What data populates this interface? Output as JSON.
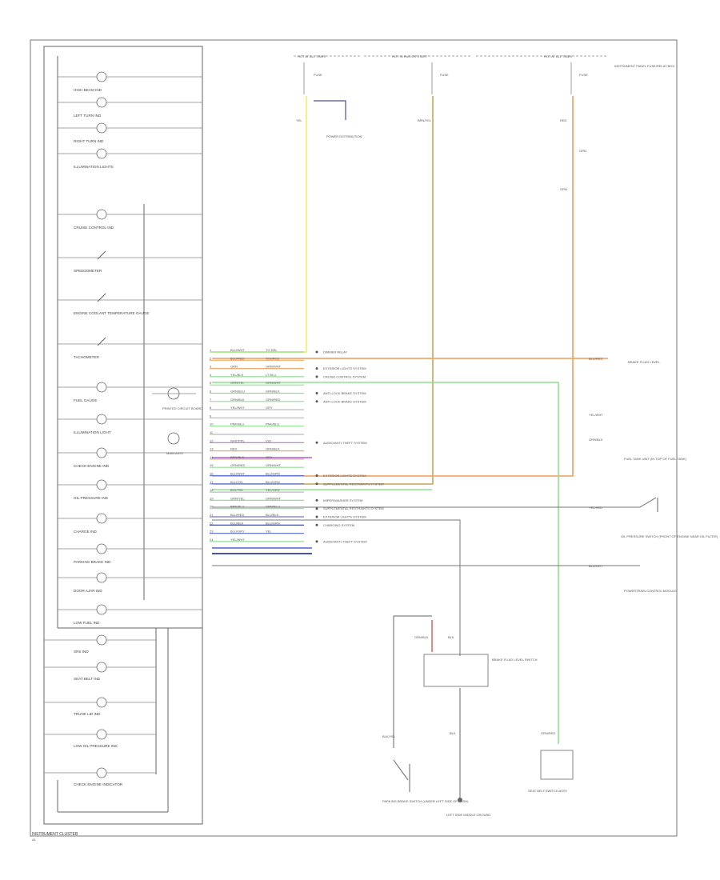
{
  "footer": {
    "title": "INSTRUMENT CLUSTER",
    "code": "A1"
  },
  "colors": {
    "yellow": "#eef27a",
    "orange": "#f3a86a",
    "tan": "#c9b26a",
    "green": "#8fe08f",
    "purple": "#c070e0",
    "blue": "#6a78d8",
    "navy": "#2b3aa0",
    "frame": "#555555"
  },
  "top_feeds": [
    {
      "label": "HOT AT ALL TIMES",
      "fuse": "FUSE",
      "wire": "YEL"
    },
    {
      "label": "HOT IN RUN OR START",
      "fuse": "FUSE",
      "wire": "BRN/YEL"
    },
    {
      "label": "HOT AT ALL TIMES",
      "fuse": "FUSE",
      "wire": "RED"
    }
  ],
  "top_right_note": "INSTRUMENT PANEL FUSE/RELAY BOX",
  "ground_module": "POWER DISTRIBUTION",
  "orange_wire_labels": [
    "ORN",
    "ORN"
  ],
  "cluster_indicators": [
    {
      "label": "HIGH BEAM IND"
    },
    {
      "label": "LEFT TURN IND"
    },
    {
      "label": "RIGHT TURN IND"
    },
    {
      "label": "ILLUMINATION LIGHTS"
    },
    {
      "label": "CRUISE CONTROL IND"
    },
    {
      "label": "SPEEDOMETER"
    },
    {
      "label": "ENGINE COOLANT TEMPERATURE GAUGE"
    },
    {
      "label": "TACHOMETER"
    },
    {
      "label": "FUEL GAUGE"
    },
    {
      "label": "ILLUMINATION LIGHT"
    },
    {
      "label": "CHECK ENGINE IND"
    },
    {
      "label": "OIL PRESSURE IND"
    },
    {
      "label": "CHARGE IND"
    },
    {
      "label": "PARKING BRAKE IND"
    },
    {
      "label": "DOOR AJAR IND"
    },
    {
      "label": "LOW FUEL IND"
    }
  ],
  "cluster_lower": [
    {
      "label": "SRS IND"
    },
    {
      "label": "SEAT BELT IND"
    },
    {
      "label": "TRUNK LID IND"
    },
    {
      "label": "LOW OIL PRESSURE IND"
    },
    {
      "label": "CHECK ENGINE INDICATOR"
    }
  ],
  "side_components": [
    {
      "label": "PRINTED CIRCUIT BOARD"
    },
    {
      "label": "MAIN ASSY"
    }
  ],
  "connector_rows": [
    {
      "pin": "1",
      "wire": "BLU/WHT",
      "dest": "TO DRL",
      "note": "DIMMER RELAY"
    },
    {
      "pin": "2",
      "wire": "BLU/RED",
      "dest": "SOURCE",
      "note": ""
    },
    {
      "pin": "3",
      "wire": "GRN",
      "dest": "GRN/WHT",
      "note": "EXTERIOR LIGHTS SYSTEM"
    },
    {
      "pin": "4",
      "wire": "YEL/BLK",
      "dest": "LT BLU",
      "note": "CRUISE CONTROL SYSTEM"
    },
    {
      "pin": "5",
      "wire": "GRN/YEL",
      "dest": "GRN/WHT",
      "note": ""
    },
    {
      "pin": "6",
      "wire": "GRN/BLU",
      "dest": "GRN/BLK",
      "note": "ANTI-LOCK BRAKE SYSTEM"
    },
    {
      "pin": "7",
      "wire": "GRN/BLK",
      "dest": "GRN/RED",
      "note": "ANTI-LOCK BRAKE SYSTEM"
    },
    {
      "pin": "8",
      "wire": "YEL/WHT",
      "dest": "GRY",
      "note": ""
    },
    {
      "pin": "9",
      "wire": "",
      "dest": "",
      "note": ""
    },
    {
      "pin": "10",
      "wire": "PNK/BLU",
      "dest": "PNK/BLU",
      "note": ""
    },
    {
      "pin": "11",
      "wire": "",
      "dest": "",
      "note": ""
    },
    {
      "pin": "12",
      "wire": "WHT/PPL",
      "dest": "VIO",
      "note": "AUDIO/ANTI-THEFT SYSTEM"
    },
    {
      "pin": "13",
      "wire": "RED",
      "dest": "ORN/BLK",
      "note": ""
    },
    {
      "pin": "14",
      "wire": "BRN/BLK",
      "dest": "GRY",
      "note": ""
    },
    {
      "pin": "15",
      "wire": "GRN/RED",
      "dest": "GRN/WHT",
      "note": ""
    },
    {
      "pin": "16",
      "wire": "BLU/WHT",
      "dest": "BLU/GRN",
      "note": "EXTERIOR LIGHTS SYSTEM"
    },
    {
      "pin": "17",
      "wire": "BLU/YEL",
      "dest": "BLU/GRN",
      "note": "SUPPLEMENTAL RESTRAINTS SYSTEM"
    },
    {
      "pin": "18",
      "wire": "BLK/YEL",
      "dest": "YEL/GRN",
      "note": ""
    },
    {
      "pin": "19",
      "wire": "GRN/YEL",
      "dest": "GRN/WHT",
      "note": "WIPER/WASHER SYSTEM"
    },
    {
      "pin": "20",
      "wire": "BRN/BLU",
      "dest": "GRN/BLU",
      "note": "SUPPLEMENTAL RESTRAINTS SYSTEM"
    },
    {
      "pin": "21",
      "wire": "BLU/RED",
      "dest": "BLU/BLK",
      "note": "EXTERIOR LIGHTS SYSTEM"
    },
    {
      "pin": "22",
      "wire": "BLU/BLK",
      "dest": "BLU/GRN",
      "note": "CHARGING SYSTEM"
    },
    {
      "pin": "23",
      "wire": "BLU/GRY",
      "dest": "YEL",
      "note": ""
    },
    {
      "pin": "24",
      "wire": "YEL/WHT",
      "dest": "",
      "note": "AUDIO/ANTI-THEFT SYSTEM"
    }
  ],
  "right_components": [
    {
      "label": "BRAKE FLUID LEVEL"
    },
    {
      "label": "FUEL TANK UNIT (IN TOP OF FUEL TANK)"
    },
    {
      "label": "OIL PRESSURE SWITCH (FRONT OF ENGINE NEAR OIL FILTER)"
    },
    {
      "label": "POWERTRAIN CONTROL MODULE"
    }
  ],
  "right_wire_labels": [
    "BLU/RED",
    "YEL/WHT",
    "ORN/BLK",
    "YEL/RED",
    "BLU/GRY"
  ],
  "bottom_components": [
    {
      "label": "PARKING BRAKE SWITCH (UNDER LEFT SIDE OF DASH)"
    },
    {
      "label": "LEFT SIDE MIDDLE GROUND"
    },
    {
      "label": "BRAKE FLUID LEVEL SWITCH"
    },
    {
      "label": "SEAT BELT SWITCH ASSY"
    }
  ],
  "bottom_wire_labels": [
    "BLK/YEL",
    "BLK",
    "GRN/BLK",
    "BLK",
    "GRN/RED"
  ]
}
